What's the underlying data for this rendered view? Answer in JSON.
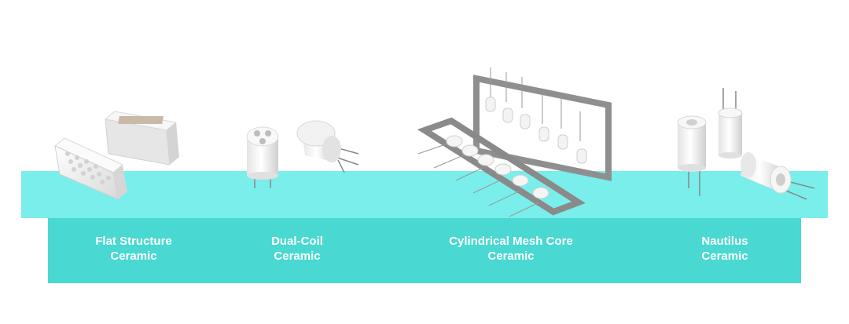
{
  "colors": {
    "stage_top": "#7aeeea",
    "stage_front": "#4ad8d2",
    "label_text": "#ffffff",
    "ceramic": "#f2f2f2",
    "metal_frame": "#8c8c8c"
  },
  "products": [
    {
      "line1": "Flat Structure",
      "line2": "Ceramic",
      "icon": "flat-structure-ceramic-image"
    },
    {
      "line1": "Dual-Coil",
      "line2": "Ceramic",
      "icon": "dual-coil-ceramic-image"
    },
    {
      "line1": "Cylindrical Mesh Core",
      "line2": "Ceramic",
      "icon": "cylindrical-mesh-core-ceramic-image"
    },
    {
      "line1": "Nautilus",
      "line2": "Ceramic",
      "icon": "nautilus-ceramic-image"
    }
  ]
}
